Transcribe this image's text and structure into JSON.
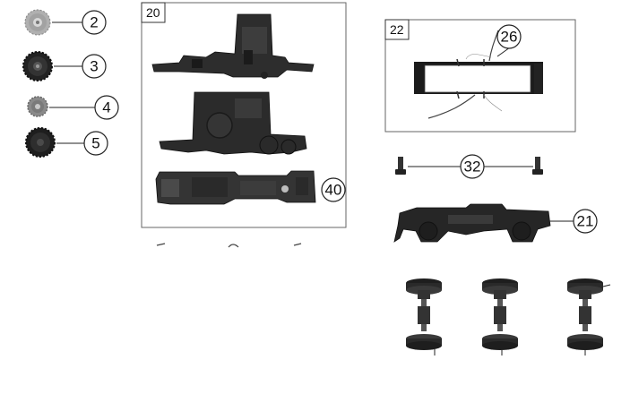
{
  "callouts": {
    "gear_2": "2",
    "gear_3": "3",
    "gear_4": "4",
    "gear_5": "5",
    "frame_box": "20",
    "frame_part_40": "40",
    "motor_box": "22",
    "motor_part_26": "26",
    "screw_32": "32",
    "bogie_21": "21"
  },
  "colors": {
    "line": "#222222",
    "part_dark": "#1f1f1f",
    "part_mid": "#3a3a3a",
    "part_light": "#9a9a9a",
    "box_border": "#555555"
  }
}
